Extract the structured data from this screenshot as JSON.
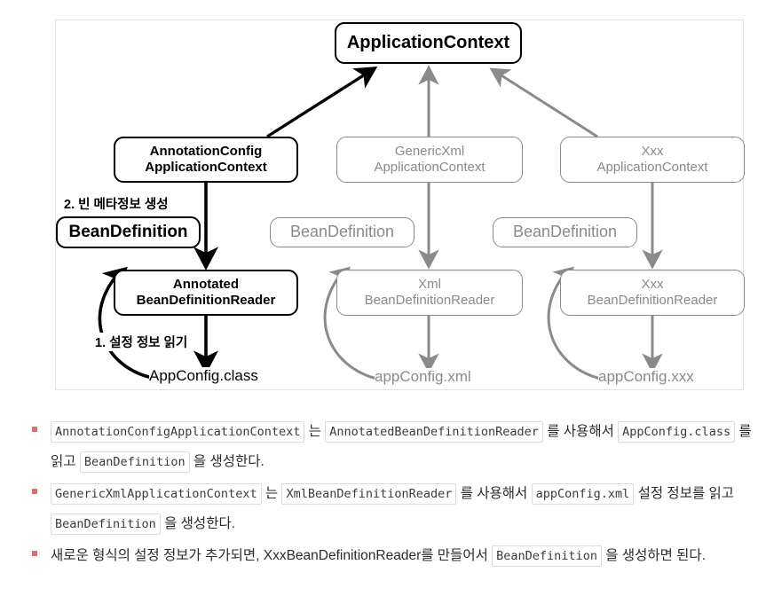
{
  "diagram": {
    "nodes": [
      {
        "id": "application-context",
        "label": "ApplicationContext",
        "style": "emph"
      },
      {
        "id": "annotation-config-app-context",
        "label": "AnnotationConfig\nApplicationContext",
        "style": "emph"
      },
      {
        "id": "generic-xml-app-context",
        "label": "GenericXml\nApplicationContext",
        "style": "muted"
      },
      {
        "id": "xxx-app-context",
        "label": "Xxx\nApplicationContext",
        "style": "muted"
      },
      {
        "id": "bean-definition-annotated",
        "label": "BeanDefinition",
        "style": "emph"
      },
      {
        "id": "bean-definition-xml",
        "label": "BeanDefinition",
        "style": "muted"
      },
      {
        "id": "bean-definition-xxx",
        "label": "BeanDefinition",
        "style": "muted"
      },
      {
        "id": "annotated-bean-definition-reader",
        "label": "Annotated\nBeanDefinitionReader",
        "style": "emph"
      },
      {
        "id": "xml-bean-definition-reader",
        "label": "Xml\nBeanDefinitionReader",
        "style": "muted"
      },
      {
        "id": "xxx-bean-definition-reader",
        "label": "Xxx\nBeanDefinitionReader",
        "style": "muted"
      }
    ],
    "plain_labels": [
      {
        "id": "app-config-class",
        "label": "AppConfig.class",
        "style": "emph"
      },
      {
        "id": "app-config-xml",
        "label": "appConfig.xml",
        "style": "muted"
      },
      {
        "id": "app-config-xxx",
        "label": "appConfig.xxx",
        "style": "muted"
      }
    ],
    "step_labels": [
      {
        "id": "step-2",
        "label": "2. 빈 메타정보 생성"
      },
      {
        "id": "step-1",
        "label": "1. 설정 정보 읽기"
      }
    ],
    "colors": {
      "emphasis": "#000000",
      "muted": "#8a8a8a",
      "panel_border": "#e2e2e2",
      "background": "#ffffff"
    }
  },
  "notes": {
    "bullets": [
      {
        "id": "bullet-annotation-config",
        "parts": [
          {
            "type": "code",
            "text": "AnnotationConfigApplicationContext"
          },
          {
            "type": "text",
            "text": " 는 "
          },
          {
            "type": "code",
            "text": "AnnotatedBeanDefinitionReader"
          },
          {
            "type": "text",
            "text": " 를 사용해서 "
          },
          {
            "type": "code",
            "text": "AppConfig.class"
          },
          {
            "type": "text",
            "text": " 를 읽고 "
          },
          {
            "type": "code",
            "text": "BeanDefinition"
          },
          {
            "type": "text",
            "text": " 을 생성한다."
          }
        ]
      },
      {
        "id": "bullet-generic-xml",
        "parts": [
          {
            "type": "code",
            "text": "GenericXmlApplicationContext"
          },
          {
            "type": "text",
            "text": " 는 "
          },
          {
            "type": "code",
            "text": "XmlBeanDefinitionReader"
          },
          {
            "type": "text",
            "text": " 를 사용해서 "
          },
          {
            "type": "code",
            "text": "appConfig.xml"
          },
          {
            "type": "text",
            "text": " 설정 정보를 읽고 "
          },
          {
            "type": "code",
            "text": "BeanDefinition"
          },
          {
            "type": "text",
            "text": " 을 생성한다."
          }
        ]
      },
      {
        "id": "bullet-xxx-reader",
        "parts": [
          {
            "type": "text",
            "text": "새로운 형식의 설정 정보가 추가되면, XxxBeanDefinitionReader를 만들어서 "
          },
          {
            "type": "code",
            "text": "BeanDefinition"
          },
          {
            "type": "text",
            "text": " 을 생성하면 된다."
          }
        ]
      }
    ],
    "bullet_color": "#e06c6c"
  }
}
